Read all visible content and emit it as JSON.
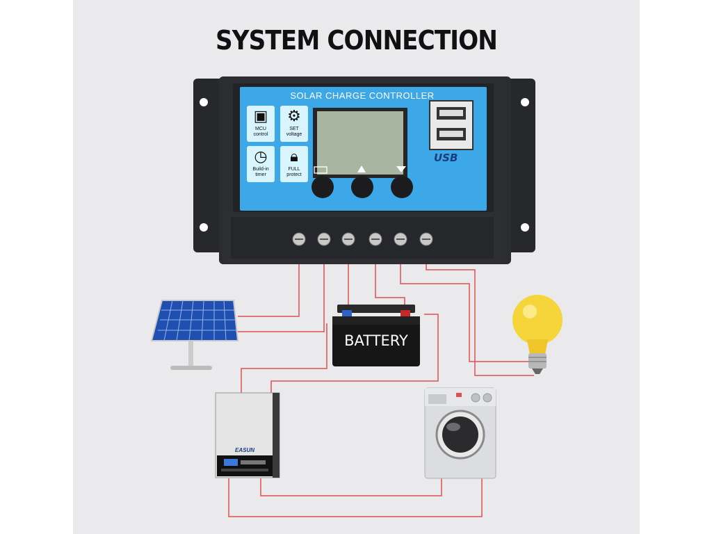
{
  "title": "SYSTEM CONNECTION",
  "controller": {
    "label": "SOLAR CHARGE CONTROLLER",
    "features": [
      {
        "icon": "chip-icon",
        "label1": "MCU",
        "label2": "control"
      },
      {
        "icon": "gear-icon",
        "label1": "SET",
        "label2": "voltage"
      },
      {
        "icon": "clock-icon",
        "label1": "Build-in",
        "label2": "timer"
      },
      {
        "icon": "lock-icon",
        "label1": "FULL",
        "label2": "protect"
      }
    ],
    "usb_label": "USB",
    "buttons": [
      "menu-button",
      "up-button",
      "down-button"
    ]
  },
  "battery": {
    "label": "BATTERY"
  },
  "inverter": {
    "logo": "EASUN"
  },
  "colors": {
    "controller_face": "#3da8e8",
    "wire": "#e05050",
    "housing": "#2a2b2e"
  }
}
